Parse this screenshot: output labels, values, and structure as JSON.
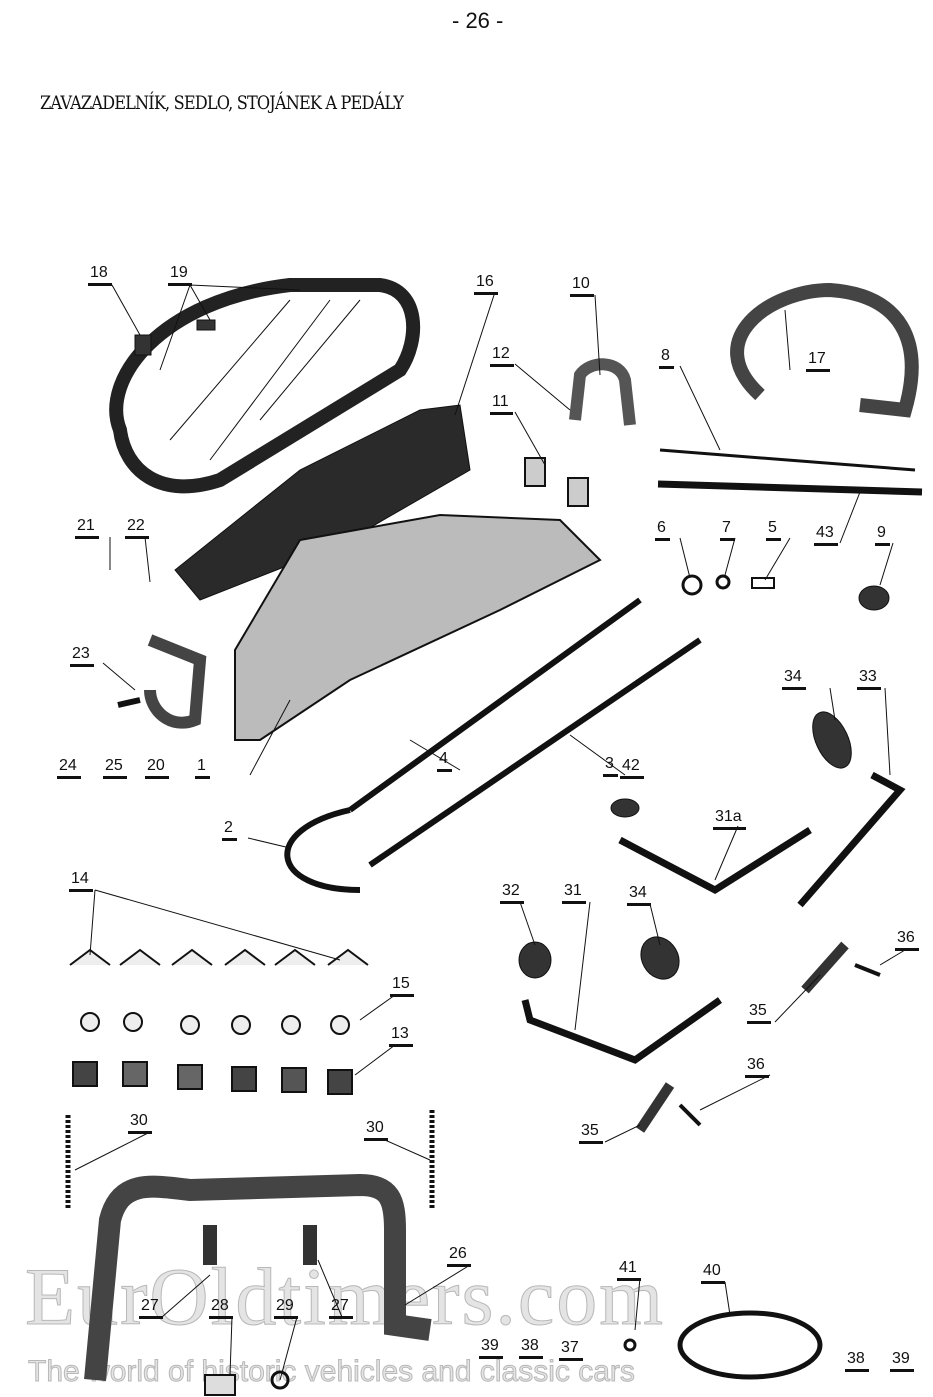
{
  "page_number": "- 26 -",
  "title": "ZAVAZADELNÍK, SEDLO, STOJÁNEK A PEDÁLY",
  "part_labels": [
    "18",
    "19",
    "16",
    "10",
    "17",
    "12",
    "11",
    "8",
    "43",
    "6",
    "7",
    "5",
    "9",
    "21",
    "22",
    "23",
    "24",
    "25",
    "20",
    "1",
    "4",
    "3",
    "2",
    "42",
    "34",
    "33",
    "31a",
    "32",
    "31",
    "34",
    "36",
    "35",
    "14",
    "15",
    "13",
    "30",
    "30",
    "36",
    "35",
    "26",
    "41",
    "40",
    "27",
    "28",
    "29",
    "27",
    "39",
    "38",
    "37",
    "38",
    "39"
  ],
  "watermark": {
    "brand": "EurOldtimers.com",
    "tagline": "The world of historic vehicles and classic cars"
  }
}
